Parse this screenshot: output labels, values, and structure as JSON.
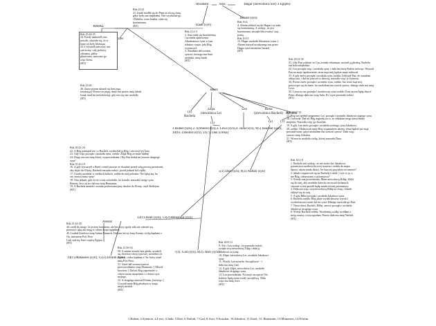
{
  "people": {
    "abraham": "Abraham",
    "sara": "Sara",
    "hagar": "Hagar (niewolnica Sary z Egiptu)",
    "izmael": "Izmael (syn)",
    "izaak": "Izaak (syn)",
    "rebeka": "Rebeka",
    "ezaw": "Ezaw",
    "jakub": "Jakub",
    "zilpa": "Zilpa\nniewolnica Lei",
    "lea": "Lea",
    "bilha": "Bilha\n(niewolnica Racheli)",
    "rachela": "Rachela",
    "rachela_4": "(4)\nRachela",
    "rachela_3": "(3)",
    "rachela_2": "(2)",
    "rachela_1": "(1)",
    "asenat": "Asenat"
  },
  "children": {
    "lea_row1": "1.Ruben (syn),2. Symeon (syn),3. Lewi (syn),4. Juda (syn), 9(5) Issachar (syn),",
    "lea_row2": "10(6). Zabulon (syn), 11(7). Dan (córka)",
    "bilha_sons": "5(1).Dan (syn), 6(2).Naftali (syn)",
    "zilpa_sons": "7(1). Gad (syn), 8(2). Aser (syn)",
    "rachela_sons": "12(1).Józef (syn), 13(2).Beniamin (syn)",
    "jozef_sons": "14(1).Manasses (syn), 15(2).Efraim (syn)"
  },
  "notes": {
    "rdz_25_21": "Rdz 25:21\n21. Izaak modlił się do Pana za swoją żonę,\ngdyż była ona niepłodna. Pan wysłuchał go,\ni Rebeka, żona Izaaka, stała się\nbrzemienna.\n(BT)",
    "rdz_16_4": "Rdz 16:4\n4. Abram zbliżył się do Hagar i ta stała\nsię brzemienną. A widząc, że jest\nbrzemienna, zaczęła lekceważyć swą\npanią.\nRdz 16:15\n15. Hagar urodziła Abramowi syna. I\nAbram nazwał urodzonego mu przez\nHagar syna imieniem Izmael.\n(BT)",
    "rdz_21_2_3": "Rdz 21:2-3\n2. Sara stała się brzemienną\ni urodziła sędziwemu\nAbrahamowi syna w tym\nwłaśnie czasie, jaki Bóg\nwyznaczył.\n3. Abraham dał swemu\nsynowi, którego mu Sara\nurodziła, imię Izaak.\n(BT)",
    "rdz_25_24_25": "Rdz 25:24-25\n24. Kiedy nadszedł czas\nporodu, okazało się, że w\nłonie jej były bliźnięta.\n25. I wyszedł pierwszy syn\nczerwony, cały pokryty\nwłosami, jakby\npłaszczem, nazwano go\nwięc Ezaw.\n(BT)",
    "rdz_29_31_35": "Rdz 29:31-35\n31. Gdy Pan widział, że Lea została odsunięta, uczynił ją płodną, Rachela\nzaś była niepłodna.\n32. Lea poczęła więc i urodziła syna, i dała mu imię Ruben mówiąc: Wejrzał\nPan na moje upokorzenie, teraz mąż mój będzie mnie miłował.\n33. A gdy znów poczęła i urodziła syna, rzekła: Usłyszał Pan, że zostałam\nodtrącona, i dał mi jeszcze to dziecię; nazwała więc je Symeon.\n34. Potem znów poczęła i urodziła syna, rzekła: Już teraz mąż mój\nprzywiąże się do mnie, bo urodziłam mu trzech synów; dlatego dała mu imię\nLewi.\n35. I jeszcze raz poczęła i urodziwszy syna rzekła: Tym razem będę sławić\nPana; dlatego dała mu imię Juda. Po czym przestała rodzić.\n(BT)",
    "rdz_25_26": "Rdz 25:26\n26. Zaraz potem ukazał się brat jego,\ntrzymający Ezawa za piętę; dano mu przeto imię Jakub.\nIzaak miał lat sześćdziesiąt, gdy mu się one urodziły.\n(BT)",
    "rdz_30_17_21": "Rdz 30:17-21\n17. Bóg zaś spełnił pragnienie Lei: poczęła i urodziła Jakubowi piątego syna.\n18. I mówiła: Dał mi Bóg nagrodę za to, że oddałam mego niewolnika\nmojemu. Nazwała więc go Issachar.\n19. A gdy Lea znów poczęła i urodziła szóstego syna Jakubowi,\n20. rzekła: Obdarował mnie Bóg wspaniałym darem; teraz będzie już mąż\npoważał mnie, gdyż urodziłam mu sześciu synów! Dała więc\nsynowi imię Zabulon.\n21. Wreszcie urodziła córkę, której nazwała Dina.\n(BT)",
    "rdz_30_22_24": "Rdz 30:22-24\n22. A Bóg pamiętał też i o Racheli, wysłuchał ją Bóg i otworzył jej łono.\n23. Gdy więc poczęła i urodziła syna, rzekła: Zdjął Bóg ze mnie hańbę!\n24. Dając mu zaś imię Józef, wypowiedziała: Oby Pan dodał mi jeszcze drugiego\nsyna!\nRdz 35:16-19\n16. A gdy wyruszyli z Betel i mieli jeszcze ze dwadzie przed sobą pewną przestrzeń,\naby dojść do Efraty, Rachela zaczęła rodzić; poród jednak był ciężki.\n17. I kiedy urodziła w wielkich bólach, rzekła do niej położna: Nie lękaj się, bo\noto znowu masz syna!\n18. Ona jednak, gdy życie z niej uchodziło, bo konała, nazwała swego syna\nBenoni, lecz ojciec dał mu imię Beniamin.\n19. A Rachela umarła i została pochowana przy drodze do Efraty, czyli Betlejem\n(BT)",
    "rdz_30_1_8": "Rdz 30:1-8\n1. Rachela zaś widząc, że nie może dać Jakubowi\npotomstwa zazdrościła swej siostrze i rzekła do męża:\nSpraw, abym miała dzieci, bo inaczej przyjdzie mi umrzeć!\n2. Jakub rozgniewał się na Rachelę i rzekł: Czyż to ja, a\nnie Bóg, odmawiam ci potomstwa?\n3. Wtedy ona powiedziała: Mam niewolnicę Bilhę. Zbliż\nsię do niej, aby urodziła dziecko na moich kolanach;\nchociaż w ten sposób będę miała od niej potomstwo.\n4. Dała mu więc swą niewolnicę Bilhę za żonę, i Jakub\nzbliżył się do niej.\n5. A gdy Bilha poczęła i urodziła Jakubowi syna,\n6. Rachela rzekła: Bóg jakże wydał słuszny wyrok i\nwysłuchawszy mnie dał mi syna. Dlatego nazwała go Dan.\n7. Niewolnica Racheli, Bilha, znowu poczęła i urodziła\nJakubowi drugiego syna.\n8. Wtedy Rachela rzekła: Niezłomną walkę wiodłam z\nmoją siostrą i zwyciężyłam. Przeto dała mu imię Naftali.\n(BT)",
    "rdz_41_44_45": "Rdz 41:44-45\n44. rzekł do niego: Ja jestem faraonem, ale bez twej zgody nikt nie ośmieli się\nporuszyć ręką ani nogą w całym kraju egipskim.\n45. I nadał Józefowi imię Safnat Paneach. Dał mu też za żonę Asenat, córkę kapłana z\nOn, imieniem Poti Fera.\nI tak stał się Józef rządcą Egiptu.\n(BT)",
    "rdz_41_50_52": "Rdz 41:50-52\n50. A zanim nastały lata głodu, urodzili\nsię Józefowi dwaj synowie, urodziła ich\nAsenat, córka kapłana z On, który miał\nimię Poti Fera.\n51. Józef dał swemu synowi\npierworodnemu imię Manasses. [ Mówił\nbowiem: ] Dał mi Bóg zapomnieć o\ncałym moim utrapieniu i o domu ojca\nmojego.\n52. A drugiego nazwał Efraim, [mówiąc:]\nUczynił mnie Bóg płodnym w kraju\nmojej niedoli.\n(BT)",
    "rdz_30_9_13": "Rdz 30:9-13\n9. Ale i Lea widząc, że przestała rodzić,\nwzięła swą niewolnicę Zilpę i dała ją\nJakubowi za żonę.\n10. Zilpa, niewolnica Lei, urodziła Jakubowi\nsyna.\n11. Wtedy Lea mówiła: Szczęśliwie! - i\ndała mu imię Gad.\n12. A gdy Zilpa, niewolnica Lei, urodziła\nJakubowi drugiego syna,\n13. Lea powiedziała: Na moje szczęście! Bo\nkobiety będą mnie zwały szczęśliwą. Dała\nwięc mu imię Aser.\n(BT)"
  },
  "footer": "1.Ruben, 2.Symeon, 4.Lewi, 4.Juda, 5.Dan, 6.Naftali, 7.Gad, 8.Aser, 9.Issachar, 10.Zabulon, 11.Józef, 12. Beniamin, 13.Manasses, 14.Efraim"
}
